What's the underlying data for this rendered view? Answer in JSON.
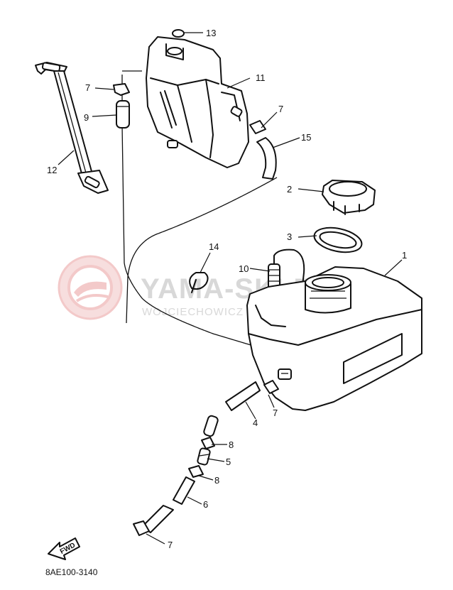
{
  "diagram_code": "8AE100-3140",
  "forward_badge": "FWD",
  "watermark": {
    "brand": "YAMA-SKLEP.PL",
    "subtitle": "WOJCIECHOWICZ DEALER YAMAHA"
  },
  "callouts": {
    "c1": "1",
    "c2": "2",
    "c3": "3",
    "c4": "4",
    "c5": "5",
    "c6": "6",
    "c7a": "7",
    "c7b": "7",
    "c7c": "7",
    "c7d": "7",
    "c8a": "8",
    "c8b": "8",
    "c9": "9",
    "c10": "10",
    "c11": "11",
    "c12": "12",
    "c13": "13",
    "c14": "14",
    "c15": "15"
  },
  "colors": {
    "line": "#111111",
    "watermark": "#d8d8d8",
    "watermark_logo": "#f3c9c9"
  }
}
